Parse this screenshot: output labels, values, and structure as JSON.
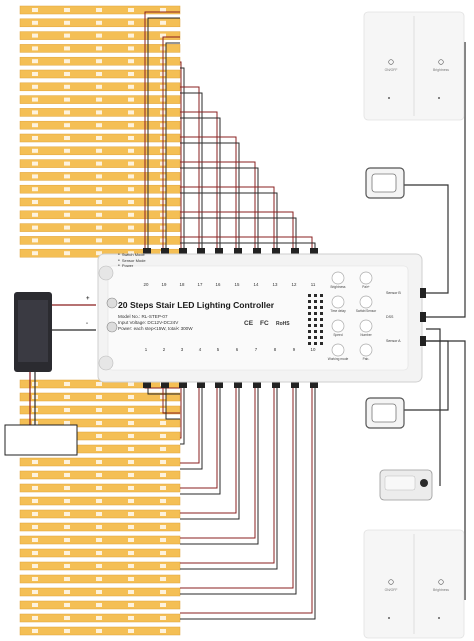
{
  "controller": {
    "title": "20 Steps Stair LED Lighting Controller",
    "model": "Model No.: RL-STEP-07",
    "input": "Input Voltage: DC12V-DC24V",
    "power": "Power: each step<15W, total< 300W",
    "modes": [
      "Switch Mode",
      "Sensor Mode",
      "Power"
    ],
    "top_numbers": [
      "20",
      "19",
      "18",
      "17",
      "16",
      "15",
      "14",
      "13",
      "12",
      "11"
    ],
    "bottom_numbers": [
      "1",
      "2",
      "3",
      "4",
      "5",
      "6",
      "7",
      "8",
      "9",
      "10"
    ],
    "buttons_left": [
      "Brightness",
      "Time delay",
      "Speed",
      "Working mode"
    ],
    "buttons_right": [
      "Pair+",
      "Switch/Sensor",
      "Number",
      "Pair-"
    ],
    "ports": [
      "Sensor B",
      "DSS",
      "Sensor A"
    ],
    "certifications": [
      "CE",
      "FC",
      "RoHS"
    ],
    "power_polarity": [
      "+",
      "-"
    ]
  },
  "switch_top": {
    "on_off": "ON/OFF",
    "brightness": "Brightness"
  },
  "switch_bottom": {
    "on_off": "ON/OFF",
    "brightness": "Brightness"
  },
  "colors": {
    "led_strip": "#f4bf55",
    "led_strip_edge": "#e0a43a",
    "wire_red": "#8a1f1f",
    "wire_dark": "#2a2a2a",
    "controller_body": "#f3f3f3"
  },
  "led_groups": {
    "top_strips": 20,
    "bottom_strips": 20
  }
}
